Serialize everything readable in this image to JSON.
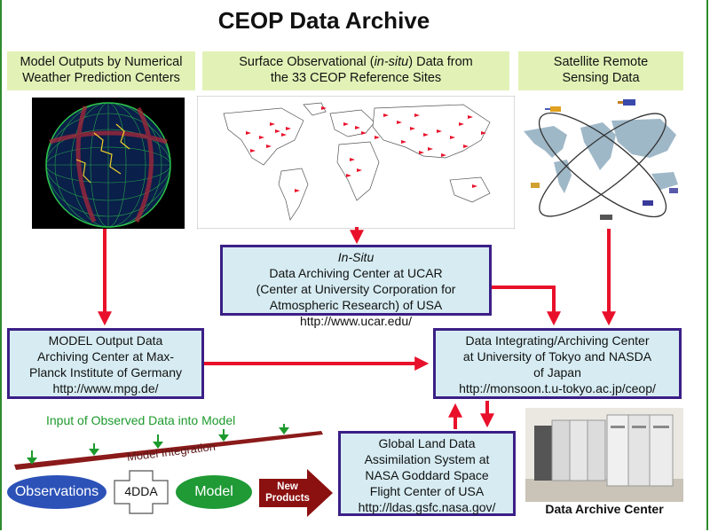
{
  "title": "CEOP Data Archive",
  "headers": {
    "model": [
      "Model Outputs by Numerical",
      "Weather Prediction Centers"
    ],
    "surface_line1_pre": "Surface Observational (",
    "surface_line1_em": "in-situ",
    "surface_line1_post": ") Data from",
    "surface_line2": "the 33 CEOP Reference Sites",
    "satellite": [
      "Satellite Remote",
      "Sensing Data"
    ]
  },
  "boxes": {
    "insitu": {
      "line1_em": "In-Situ",
      "line1_rest": " Data Archiving Center at UCAR",
      "lines": [
        "(Center at University Corporation for",
        "Atmospheric Research) of USA",
        "http://www.ucar.edu/"
      ]
    },
    "model": {
      "lines": [
        "MODEL Output Data",
        "Archiving Center at Max-",
        "Planck Institute of Germany",
        "http://www.mpg.de/"
      ]
    },
    "integrating": {
      "lines": [
        "Data Integrating/Archiving Center",
        "at University of Tokyo and NASDA",
        "of Japan",
        "http://monsoon.t.u-tokyo.ac.jp/ceop/"
      ]
    },
    "gldas": {
      "lines": [
        "Global Land Data",
        "Assimilation System at",
        "NASA Goddard Space",
        "Flight Center of USA",
        "http://ldas.gsfc.nasa.gov/"
      ]
    }
  },
  "bottom": {
    "input_label": "Input of Observed Data into Model",
    "integration_label": "Model Integration",
    "observations": "Observations",
    "fourdda": "4DDA",
    "model": "Model",
    "new_products": [
      "New",
      "Products"
    ],
    "archive_caption": "Data Archive Center"
  },
  "colors": {
    "arrow_red": "#e8102a",
    "box_border": "#3b1f86",
    "box_fill": "#d6ecf2",
    "header_fill": "#e2f2b6",
    "observations_fill": "#2c52b8",
    "model_fill": "#1f9a35",
    "new_products_fill": "#8b1010"
  }
}
